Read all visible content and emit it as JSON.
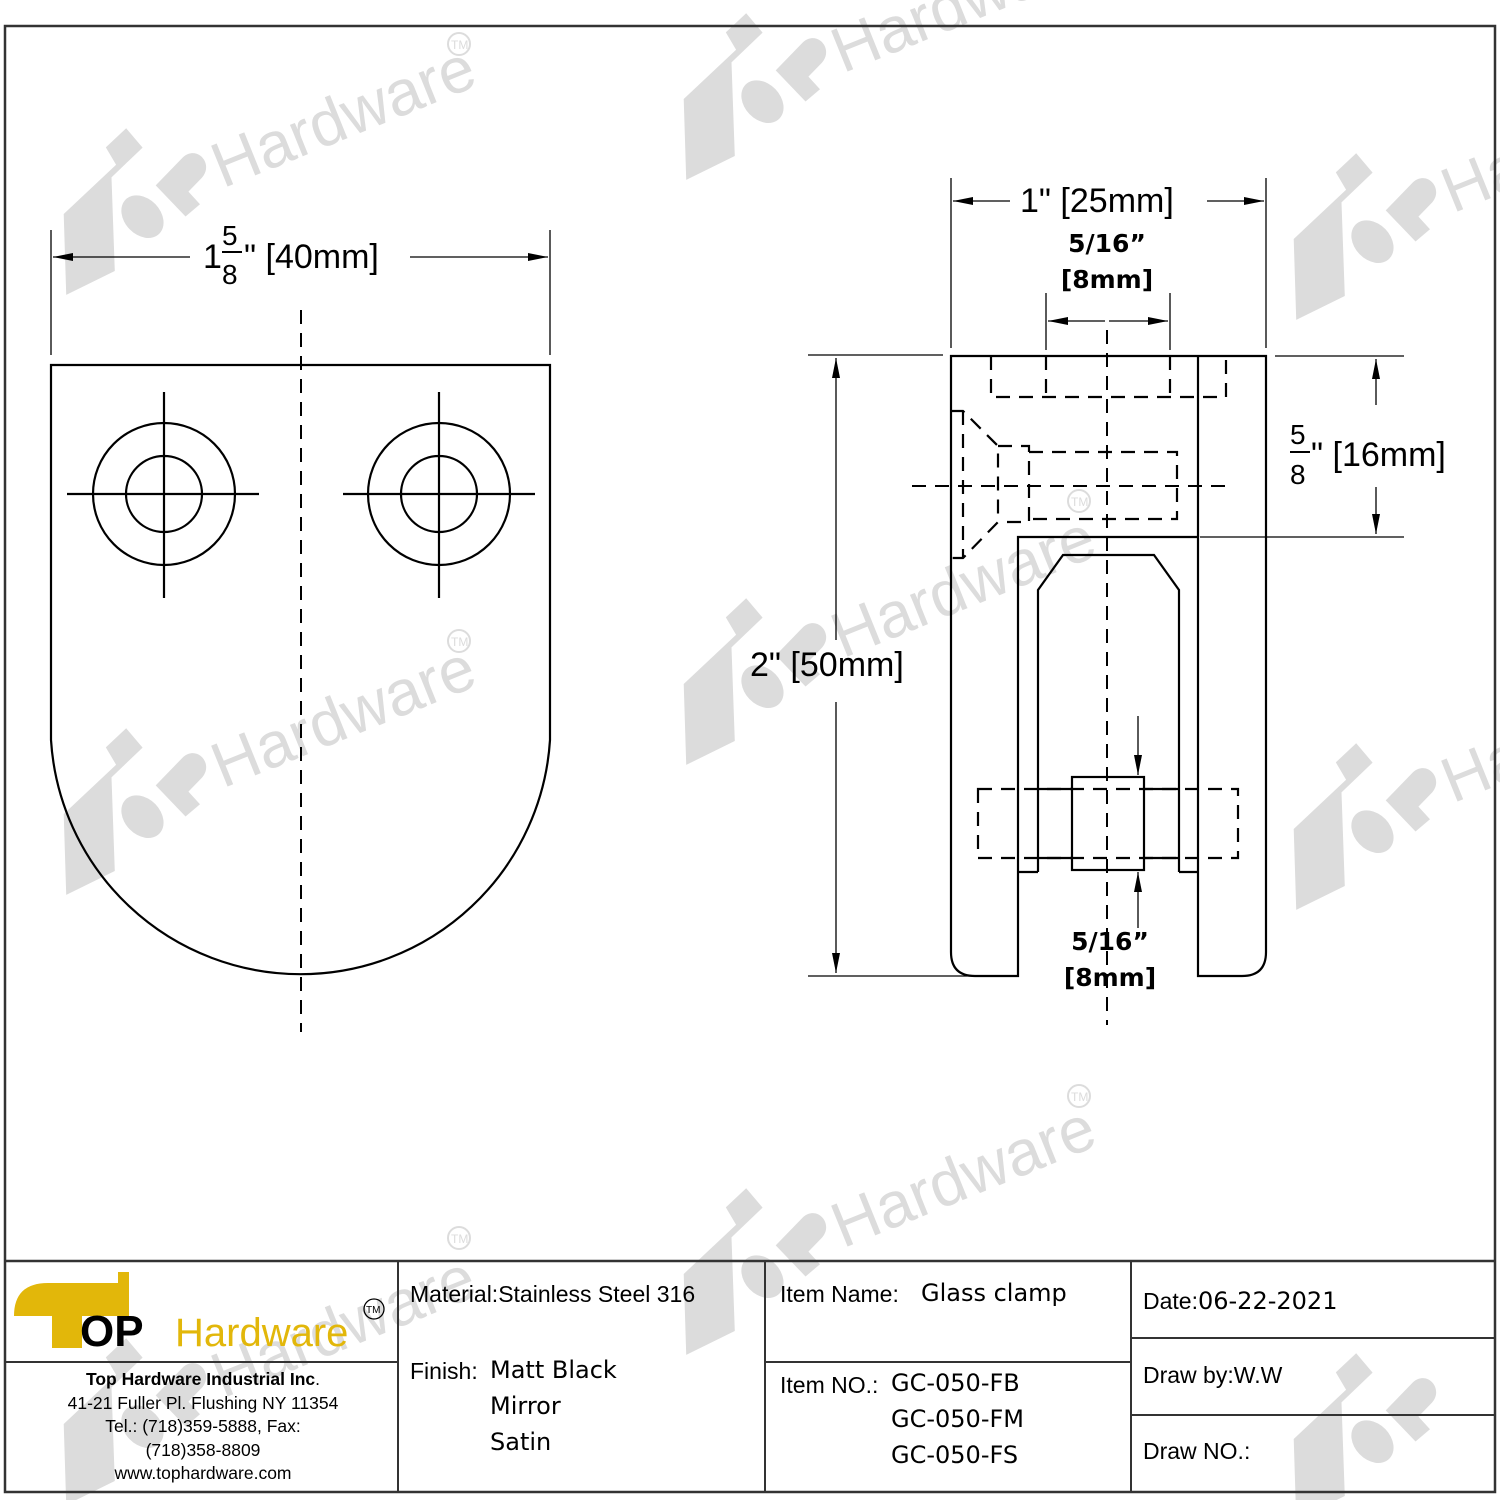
{
  "drawing": {
    "front_view": {
      "width_dim": {
        "whole": "1",
        "num": "5",
        "den": "8",
        "suffix": "\" [40mm]"
      }
    },
    "side_view": {
      "width_dim": "1\" [25mm]",
      "slot_width_dim": {
        "line1": "5/16”",
        "line2": "[8mm]"
      },
      "height_dim": "2\" [50mm]",
      "top_section_dim": {
        "num": "5",
        "den": "8",
        "suffix": "\" [16mm]"
      },
      "pin_dim": {
        "line1": "5/16”",
        "line2": "[8mm]"
      }
    },
    "watermark": {
      "word_bold": "OP",
      "word_light": "Hardware",
      "tm": "TM"
    }
  },
  "title_block": {
    "logo": {
      "word_bold": "OP",
      "word_light": "Hardware",
      "tm": "TM",
      "colors": {
        "gold": "#e2b70a",
        "black": "#000000"
      }
    },
    "company": {
      "name": "Top Hardware Industrial Inc",
      "name_suffix": ".",
      "address": "41-21 Fuller Pl. Flushing NY 11354",
      "phone_line": "Tel.: (718)359-5888,  Fax:",
      "fax_line": "(718)358-8809",
      "website": "www.tophardware.com"
    },
    "material": {
      "label": "Material:",
      "value": "Stainless Steel 316"
    },
    "finish": {
      "label": "Finish:",
      "values": [
        "Matt Black",
        "Mirror",
        "Satin"
      ]
    },
    "item_name": {
      "label": "Item Name:",
      "value": "Glass clamp"
    },
    "item_no": {
      "label": "Item NO.:",
      "values": [
        "GC-050-FB",
        "GC-050-FM",
        "GC-050-FS"
      ]
    },
    "date": {
      "label": "Date:",
      "value": "06-22-2021"
    },
    "draw_by": {
      "label": "Draw by:",
      "value": "W.W"
    },
    "draw_no": {
      "label": "Draw NO.:",
      "value": ""
    }
  }
}
